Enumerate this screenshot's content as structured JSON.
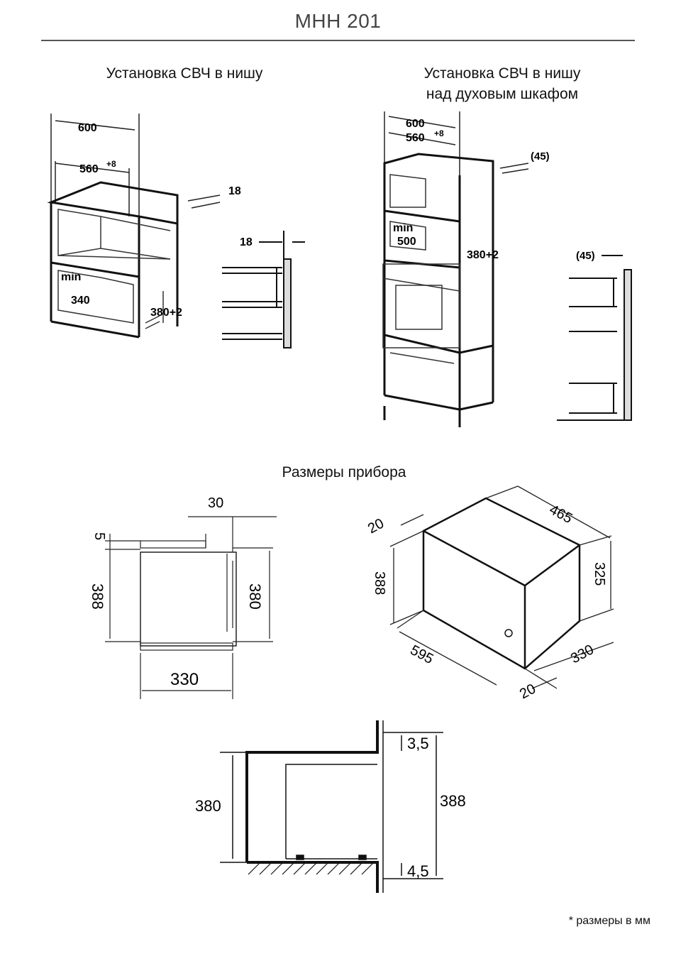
{
  "header": {
    "title": "МНН 201"
  },
  "captions": {
    "niche": "Установка СВЧ в нишу",
    "niche_over_oven_line1": "Установка  СВЧ в нишу",
    "niche_over_oven_line2": "над духовым шкафом",
    "device_dims": "Размеры прибора"
  },
  "fig_niche": {
    "w600": "600",
    "w560": "560",
    "w560_sup": "+8",
    "t18": "18",
    "min": "min",
    "d340": "340",
    "h380": "380+2",
    "side18": "18"
  },
  "fig_over_oven": {
    "w600": "600",
    "w560": "560",
    "w560_sup": "+8",
    "t45": "(45)",
    "min": "min",
    "d500": "500",
    "h380": "380+2",
    "side45": "(45)"
  },
  "fig_side": {
    "d30": "30",
    "d5": "5",
    "h388": "388",
    "h380": "380",
    "w330": "330"
  },
  "fig_iso": {
    "d465": "465",
    "d20top": "20",
    "h388": "388",
    "h325": "325",
    "w595": "595",
    "d330": "330",
    "d20bot": "20"
  },
  "fig_section": {
    "h380": "380",
    "d3_5": "3,5",
    "h388": "388",
    "d4_5": "4,5"
  },
  "footnote": "* размеры в мм"
}
